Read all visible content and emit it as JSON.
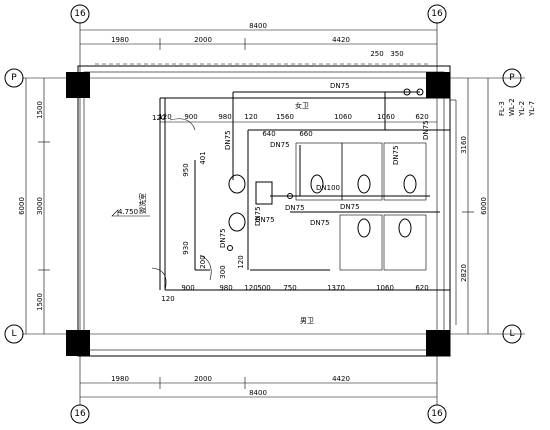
{
  "grid": {
    "top_left": "16",
    "top_right": "16",
    "bottom_left": "16",
    "bottom_right": "16",
    "left_top": "P",
    "right_top": "P",
    "left_bottom": "L",
    "right_bottom": "L"
  },
  "dims": {
    "top_total": "8400",
    "top_1": "1980",
    "top_2": "2000",
    "top_3": "4420",
    "bot_total": "8400",
    "bot_1": "1980",
    "bot_2": "2000",
    "bot_3": "4420",
    "left_total": "6000",
    "left_1": "1500",
    "left_2": "3000",
    "left_3": "1500",
    "right_total": "6000",
    "right_1": "3160",
    "right_2": "2820",
    "row1": [
      "120",
      "900",
      "980",
      "120",
      "1560",
      "1060",
      "1060",
      "620"
    ],
    "row2": [
      "640",
      "660"
    ],
    "row3": [
      "900",
      "980",
      "120",
      "500",
      "750",
      "1370",
      "1060",
      "620"
    ],
    "row4_120": "120",
    "small": [
      "120",
      "950",
      "930",
      "401",
      "200",
      "120",
      "300"
    ],
    "tiny_top": [
      "250",
      "350"
    ]
  },
  "pipes": [
    "DN75",
    "DN75",
    "DN75",
    "DN75",
    "DN75",
    "DN75",
    "DN100",
    "DN75",
    "DN75",
    "DN75",
    "DN75",
    "DN75"
  ],
  "labels": {
    "women": "女卫",
    "men": "男卫",
    "washroom": "盥洗室",
    "elev": "4.750"
  },
  "risers": [
    "FL-3",
    "WL-2",
    "YL-2",
    "YL-7"
  ],
  "icons": [
    "pipe-riser-icon",
    "toilet-icon",
    "sink-icon",
    "floor-drain-icon"
  ]
}
